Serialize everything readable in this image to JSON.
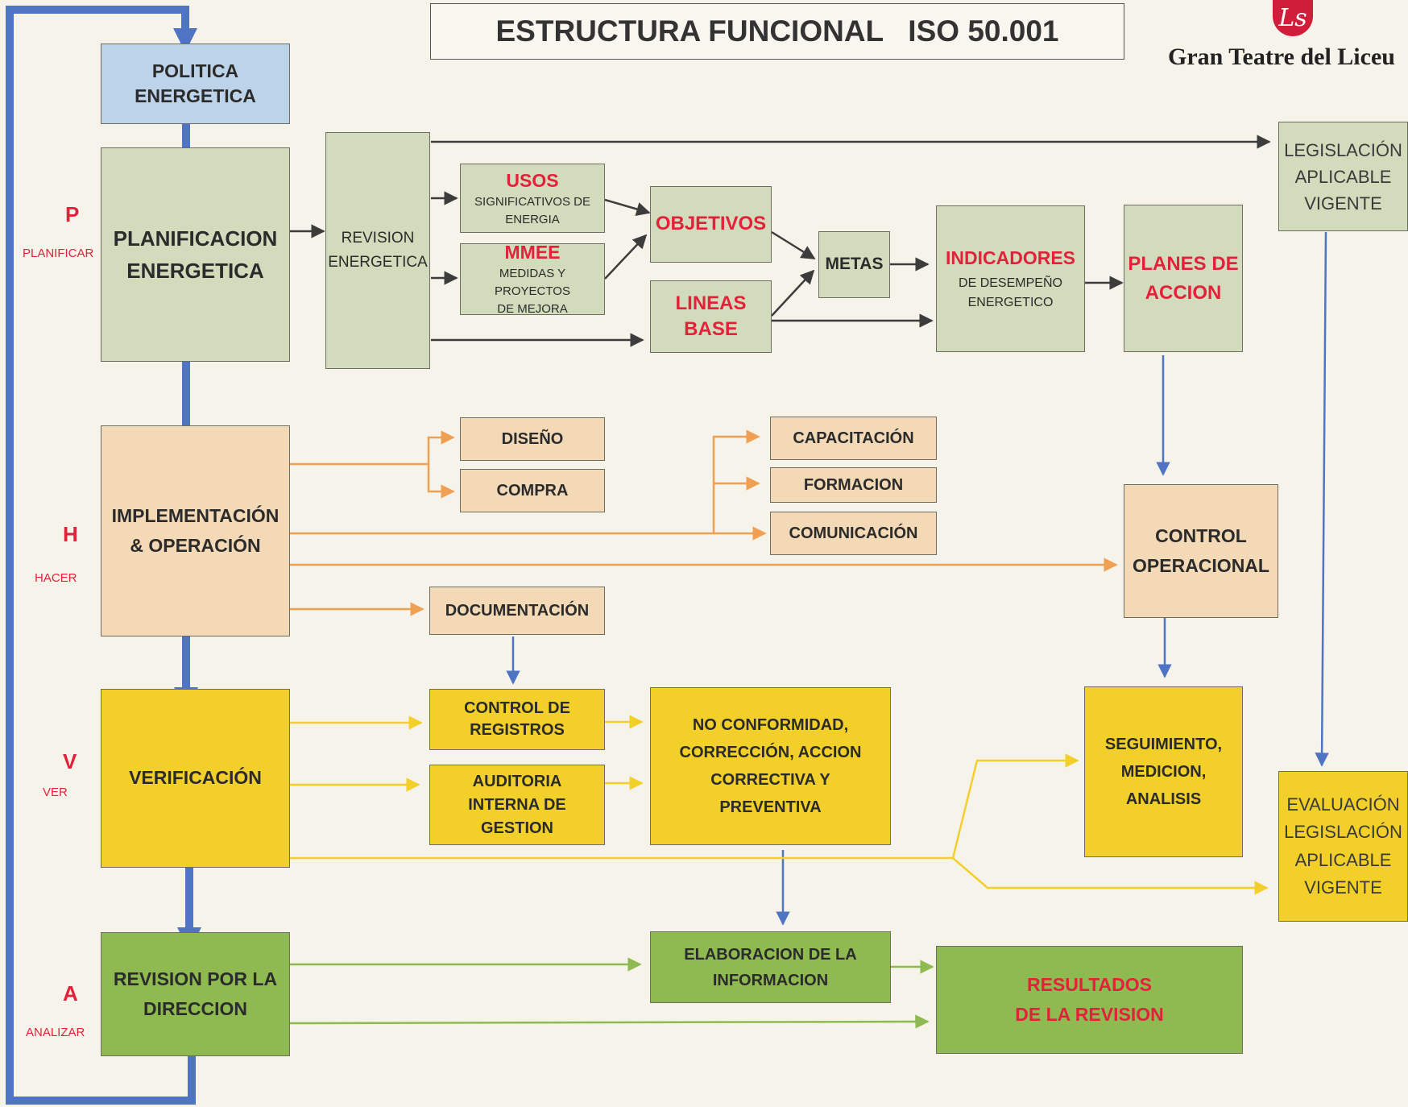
{
  "title": "ESTRUCTURA FUNCIONAL   ISO 50.001",
  "brand": {
    "logo_glyph": "Ls",
    "name": "Gran Teatre del Liceu"
  },
  "phases": {
    "p": {
      "letter": "P",
      "word": "PLANIFICAR"
    },
    "h": {
      "letter": "H",
      "word": "HACER"
    },
    "v": {
      "letter": "V",
      "word": "VER"
    },
    "a": {
      "letter": "A",
      "word": "ANALIZAR"
    }
  },
  "nodes": {
    "politica": [
      "POLITICA",
      "ENERGETICA"
    ],
    "planificacion": [
      "PLANIFICACION",
      "ENERGETICA"
    ],
    "revision_energetica": [
      "REVISION",
      "ENERGETICA"
    ],
    "usos": {
      "title": "USOS",
      "sub": [
        "SIGNIFICATIVOS DE",
        "ENERGIA"
      ]
    },
    "mmee": {
      "title": "MMEE",
      "sub": [
        "MEDIDAS Y PROYECTOS",
        "DE MEJORA"
      ]
    },
    "objetivos": "OBJETIVOS",
    "lineas_base": [
      "LINEAS",
      "BASE"
    ],
    "metas": "METAS",
    "indicadores": {
      "title": "INDICADORES",
      "sub": [
        "DE DESEMPEÑO",
        "ENERGETICO"
      ]
    },
    "planes_accion": [
      "PLANES DE",
      "ACCION"
    ],
    "legislacion": [
      "LEGISLACIÓN",
      "APLICABLE",
      "VIGENTE"
    ],
    "implementacion": [
      "IMPLEMENTACIÓN",
      "& OPERACIÓN"
    ],
    "diseno": "DISEÑO",
    "compra": "COMPRA",
    "capacitacion": "CAPACITACIÓN",
    "formacion": "FORMACION",
    "comunicacion": "COMUNICACIÓN",
    "control_operacional": [
      "CONTROL",
      "OPERACIONAL"
    ],
    "documentacion": "DOCUMENTACIÓN",
    "verificacion": "VERIFICACIÓN",
    "control_registros": [
      "CONTROL DE",
      "REGISTROS"
    ],
    "auditoria": [
      "AUDITORIA",
      "INTERNA DE",
      "GESTION"
    ],
    "no_conformidad": [
      "NO CONFORMIDAD,",
      "CORRECCIÓN, ACCION",
      "CORRECTIVA Y",
      "PREVENTIVA"
    ],
    "seguimiento": [
      "SEGUIMIENTO,",
      "MEDICION,",
      "ANALISIS"
    ],
    "evaluacion": [
      "EVALUACIÓN",
      "LEGISLACIÓN",
      "APLICABLE",
      "VIGENTE"
    ],
    "revision_direccion": [
      "REVISION POR LA",
      "DIRECCION"
    ],
    "elaboracion": [
      "ELABORACION DE LA",
      "INFORMACION"
    ],
    "resultados": [
      "RESULTADOS",
      "DE LA REVISION"
    ]
  },
  "colors": {
    "blue_fill": "#bcd3ea",
    "sage_fill": "#d2dcbc",
    "beige_fill": "#f3d9b5",
    "yellow_fill": "#f3cf2a",
    "green_fill": "#8fba52",
    "accent_red": "#e2223a",
    "blue_arrow": "#4f74c4",
    "orange_arrow": "#f0a052",
    "yellow_arrow": "#f3cf2a",
    "green_arrow": "#8fba52",
    "dark_arrow": "#3c3c3c"
  }
}
